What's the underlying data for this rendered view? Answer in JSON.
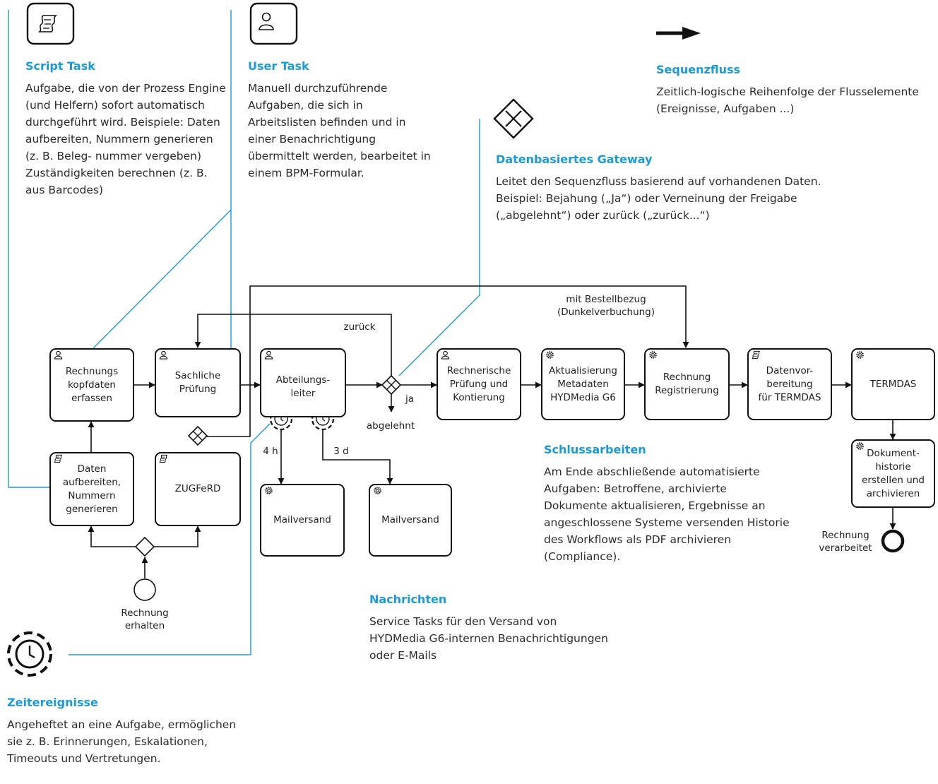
{
  "legend": {
    "script_task": {
      "title": "Script Task",
      "text": "Aufgabe, die von der Prozess Engine (und Helfern) sofort automatisch durchgeführt wird. Beispiele: Daten aufbereiten, Nummern generieren (z. B. Beleg- nummer vergeben) Zuständigkeiten berechnen (z. B. aus Barcodes)"
    },
    "user_task": {
      "title": "User Task",
      "text": "Manuell durchzuführende Aufgaben, die sich in Arbeitslisten befinden und in einer Benachrichtigung übermittelt werden, bearbeitet in einem BPM-Formular."
    },
    "sequence_flow": {
      "title": "Sequenzfluss",
      "text": "Zeitlich-logische Reihenfolge der Flusselemente (Ereignisse, Aufgaben ...)"
    },
    "gateway": {
      "title": "Datenbasiertes Gateway",
      "text": "Leitet den Sequenzfluss basierend auf vorhandenen Daten. Beispiel: Bejahung („Ja“) oder Verneinung der Freigabe („abgelehnt“) oder zurück („zurück...“)"
    },
    "final_tasks": {
      "title": "Schlussarbeiten",
      "text": "Am Ende abschließende automatisierte Aufgaben: Betroffene, archivierte Dokumente aktualisieren, Ergebnisse an angeschlossene Systeme versenden Historie des Workflows als PDF archivieren (Compliance)."
    },
    "messages": {
      "title": "Nachrichten",
      "text": "Service Tasks für den Versand von HYDMedia G6-internen Benachrichtigungen oder E-Mails"
    },
    "timer_events": {
      "title": "Zeitereignisse",
      "text": "Angeheftet an eine Aufgabe, ermöglichen sie z. B. Erinnerungen, Eskalationen, Timeouts und Vertretungen."
    }
  },
  "tasks": {
    "kopfdaten": {
      "label": "Rechnungs\nkopfdaten\nerfassen",
      "icon": "user-icon"
    },
    "sachlich": {
      "label": "Sachliche\nPrüfung",
      "icon": "user-icon"
    },
    "abteilung": {
      "label": "Abteilungs-\nleiter",
      "icon": "user-icon"
    },
    "rechnerisch": {
      "label": "Rechnerische\nPrüfung und\nKontierung",
      "icon": "user-icon"
    },
    "aktualisierung": {
      "label": "Aktualisierung\nMetadaten\nHYDMedia G6",
      "icon": "gear-icon"
    },
    "registrierung": {
      "label": "Rechnung\nRegistrierung",
      "icon": "gear-icon"
    },
    "datenvorbereitung": {
      "label": "Datenvor-\nbereitung\nfür TERMDAS",
      "icon": "script-icon"
    },
    "termdas": {
      "label": "TERMDAS",
      "icon": "gear-icon"
    },
    "dokumenthistorie": {
      "label": "Dokument-\nhistorie\nerstellen und\narchivieren",
      "icon": "gear-icon"
    },
    "daten": {
      "label": "Daten\naufbereiten,\nNummern\ngenerieren",
      "icon": "script-icon"
    },
    "zugferd": {
      "label": "ZUGFeRD",
      "icon": "script-icon"
    },
    "mail1": {
      "label": "Mailversand",
      "icon": "gear-icon"
    },
    "mail2": {
      "label": "Mailversand",
      "icon": "gear-icon"
    }
  },
  "flow_labels": {
    "zurueck": "zurück",
    "bestellbezug": "mit Bestellbezug\n(Dunkelverbuchung)",
    "ja": "ja",
    "abgelehnt": "abgelehnt",
    "h4": "4 h",
    "d3": "3 d"
  },
  "events": {
    "start": "Rechnung\nerhalten",
    "end": "Rechnung\nverarbeitet"
  },
  "colors": {
    "accent": "#1a9ad6",
    "stroke": "#111111",
    "text": "#222222"
  }
}
